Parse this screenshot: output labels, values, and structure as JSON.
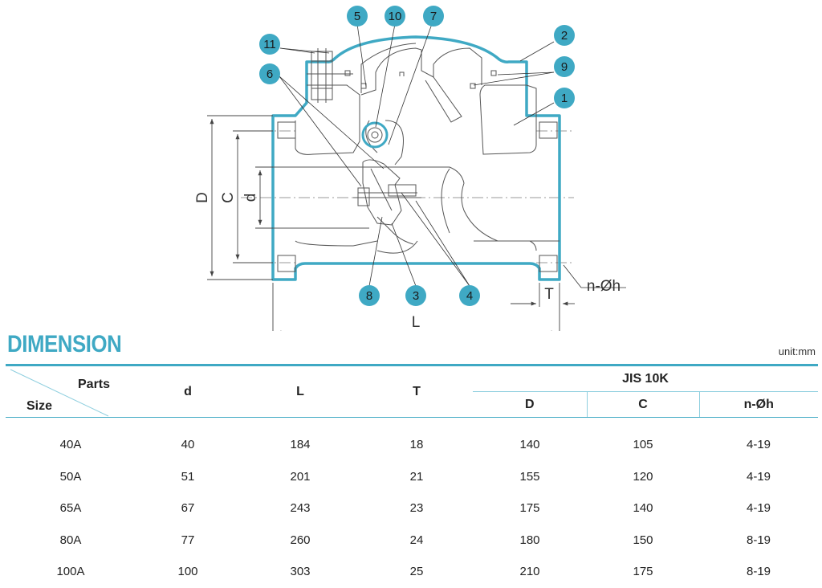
{
  "drawing": {
    "balloons": [
      "1",
      "2",
      "3",
      "4",
      "5",
      "6",
      "7",
      "8",
      "9",
      "10",
      "11"
    ],
    "dimension_labels": [
      "D",
      "C",
      "d",
      "L",
      "T",
      "n-Øh"
    ]
  },
  "dimension": {
    "title": "DIMENSION",
    "unit": "unit:mm",
    "header": {
      "parts": "Parts",
      "size": "Size",
      "d": "d",
      "L": "L",
      "T": "T",
      "group": "JIS 10K",
      "D": "D",
      "C": "C",
      "nh": "n-Øh"
    },
    "rows": [
      [
        "40A",
        "40",
        "184",
        "18",
        "140",
        "105",
        "4-19"
      ],
      [
        "50A",
        "51",
        "201",
        "21",
        "155",
        "120",
        "4-19"
      ],
      [
        "65A",
        "67",
        "243",
        "23",
        "175",
        "140",
        "4-19"
      ],
      [
        "80A",
        "77",
        "260",
        "24",
        "180",
        "150",
        "8-19"
      ],
      [
        "100A",
        "100",
        "303",
        "25",
        "210",
        "175",
        "8-19"
      ]
    ]
  },
  "colors": {
    "accent": "#3fa9c4",
    "line": "#555555"
  }
}
